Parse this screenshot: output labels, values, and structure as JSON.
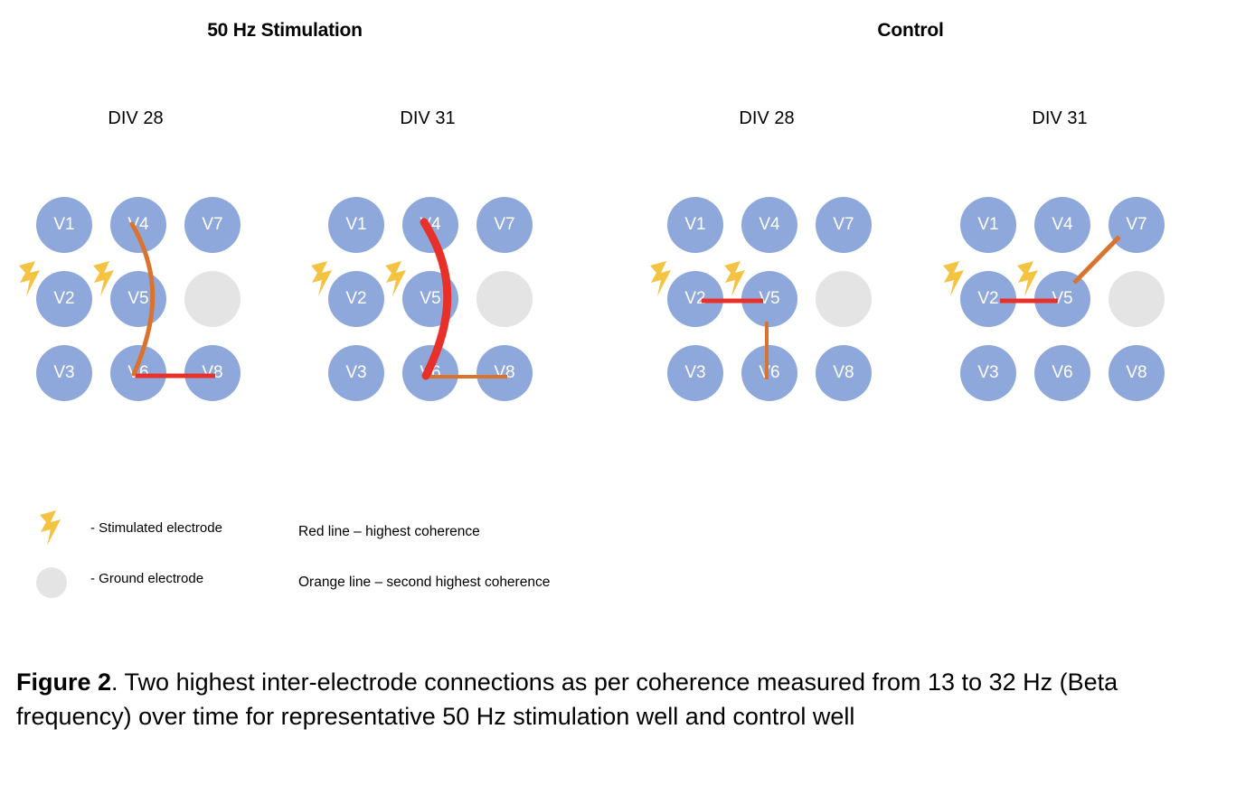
{
  "figure": {
    "groups": [
      {
        "label": "50 Hz Stimulation"
      },
      {
        "label": "Control"
      }
    ],
    "colors": {
      "electrode_active": "#8FA8DC",
      "electrode_ground": "#E4E4E4",
      "electrode_text": "#FFFFFF",
      "highest_coherence_line": "#E8302A",
      "second_highest_coherence_line": "#D9732E",
      "stimulation_bolt": "#F5C342",
      "background": "#FFFFFF",
      "text": "#000000"
    },
    "electrode_layout": {
      "columns": 3,
      "rows": 3,
      "labels": [
        [
          "V1",
          "V4",
          "V7"
        ],
        [
          "V2",
          "V5",
          ""
        ],
        [
          "V3",
          "V6",
          "V8"
        ]
      ],
      "ground_position": {
        "row": 1,
        "col": 2
      },
      "stimulated": [
        "V2",
        "V5"
      ]
    },
    "panels": [
      {
        "id": "panel-0",
        "group": "50 Hz Stimulation",
        "title": "DIV 28",
        "connections": [
          {
            "from": "V4",
            "to": "V6",
            "rank": "second-highest",
            "color": "#D9732E",
            "style": "curve-right",
            "width": 5
          },
          {
            "from": "V6",
            "to": "V8",
            "rank": "highest",
            "color": "#E8302A",
            "style": "straight",
            "width": 5
          }
        ]
      },
      {
        "id": "panel-1",
        "group": "50 Hz Stimulation",
        "title": "DIV 31",
        "connections": [
          {
            "from": "V4",
            "to": "V6",
            "rank": "highest",
            "color": "#E8302A",
            "style": "curve-right",
            "width": 9
          },
          {
            "from": "V6",
            "to": "V8",
            "rank": "second-highest",
            "color": "#D9732E",
            "style": "straight",
            "width": 4
          }
        ]
      },
      {
        "id": "panel-2",
        "group": "Control",
        "title": "DIV 28",
        "connections": [
          {
            "from": "V2",
            "to": "V5",
            "rank": "highest",
            "color": "#E8302A",
            "style": "straight",
            "width": 5
          },
          {
            "from": "V5",
            "to": "V6",
            "rank": "second-highest",
            "color": "#D9732E",
            "style": "straight",
            "width": 4
          }
        ]
      },
      {
        "id": "panel-3",
        "group": "Control",
        "title": "DIV 31",
        "connections": [
          {
            "from": "V2",
            "to": "V5",
            "rank": "highest",
            "color": "#E8302A",
            "style": "straight",
            "width": 5
          },
          {
            "from": "V5",
            "to": "V7",
            "rank": "second-highest",
            "color": "#D9732E",
            "style": "straight",
            "width": 5
          }
        ]
      }
    ],
    "legend": {
      "symbols": [
        {
          "icon": "lightning-bolt-icon",
          "label": "- Stimulated electrode"
        },
        {
          "icon": "ground-electrode-circle-icon",
          "label": "- Ground electrode"
        }
      ],
      "notes": [
        "Red line – highest coherence",
        "Orange line – second highest coherence"
      ]
    },
    "caption": {
      "strong": "Figure 2",
      "rest": ". Two highest inter-electrode connections as per coherence measured from 13 to 32 Hz (Beta frequency) over time for representative 50 Hz stimulation well and control well"
    }
  }
}
